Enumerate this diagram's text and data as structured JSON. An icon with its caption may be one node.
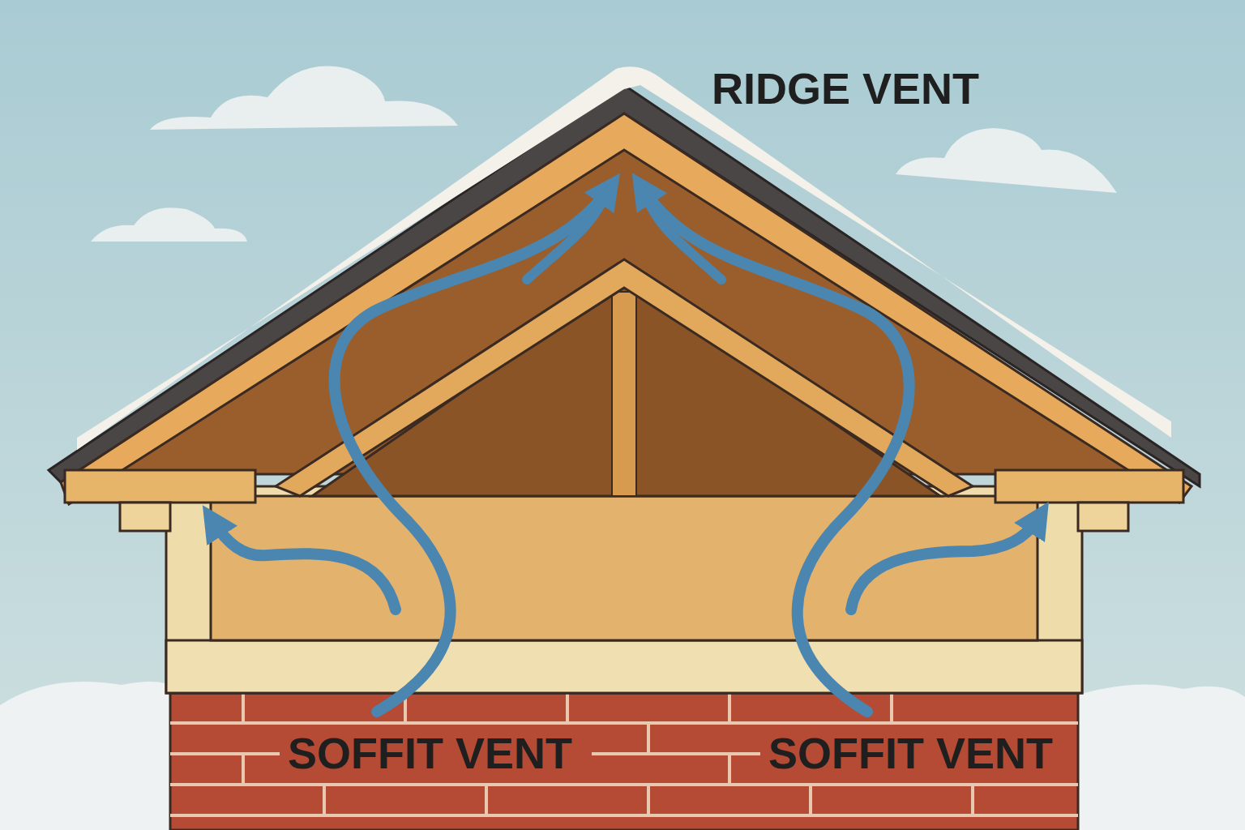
{
  "diagram": {
    "labels": [
      "RIDGE VENT",
      "SOFFIT VENT",
      "SOFFIT VENT"
    ]
  }
}
